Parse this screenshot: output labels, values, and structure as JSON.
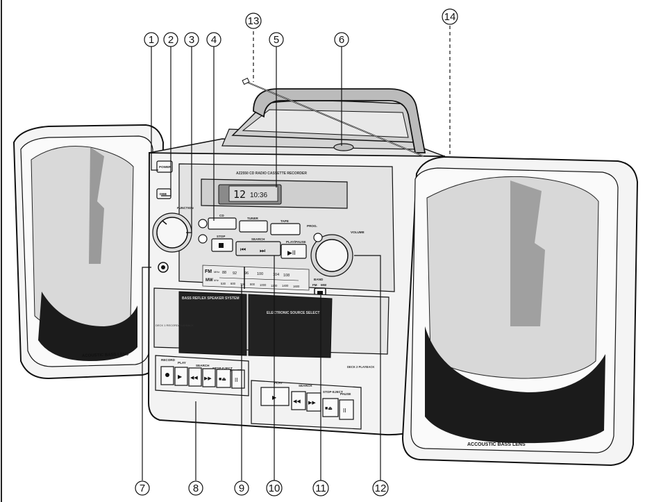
{
  "callouts": [
    "1",
    "2",
    "3",
    "4",
    "5",
    "6",
    "7",
    "8",
    "9",
    "10",
    "11",
    "12",
    "13",
    "14"
  ],
  "unit": {
    "model_label": "AZ2550 CD RADIO CASSETTE RECORDER",
    "display": {
      "track": "12",
      "time": "10:36"
    },
    "left_buttons": {
      "power": "POWER",
      "dbb": "DBB"
    },
    "knob_labels": {
      "function": "FUNCTION",
      "volume": "VOLUME"
    },
    "source_buttons": {
      "cd": "CD",
      "tuner": "TUNER",
      "tape": "TAPE",
      "prog": "PROG."
    },
    "cd_controls": {
      "stop": "STOP",
      "search": "SEARCH",
      "play_pause": "PLAY/PAUSE"
    },
    "band_switch": {
      "label": "BAND",
      "fm": "FM",
      "mw": "MW"
    },
    "tuner_scale": {
      "fm_label": "FM",
      "fm_unit": "MHz",
      "fm_values": [
        "88",
        "92",
        "96",
        "100",
        "104",
        "108"
      ],
      "mw_label": "MW",
      "mw_unit": "kHz",
      "mw_values": [
        "530",
        "600",
        "700",
        "800",
        "1000",
        "1200",
        "1400",
        "1600"
      ]
    },
    "cassette": {
      "left_window_text": "BASS REFLEX SPEAKER SYSTEM",
      "right_window_text": "ELECTRONIC SOURCE SELECT",
      "side_label": "DECK 1 RECORD/PLAYBACK",
      "deck2_label": "DECK 2 PLAYBACK",
      "deck1_labels": [
        "RECORD",
        "PLAY",
        "SEARCH",
        "STOP·EJECT",
        "PAUSE"
      ],
      "deck2_labels": [
        "PLAY",
        "SEARCH",
        "STOP·EJECT",
        "PAUSE"
      ]
    },
    "speakers": {
      "left": "ACOUSTIC BASS LENS",
      "right": "ACCOUSTIC BASS LENS"
    }
  }
}
